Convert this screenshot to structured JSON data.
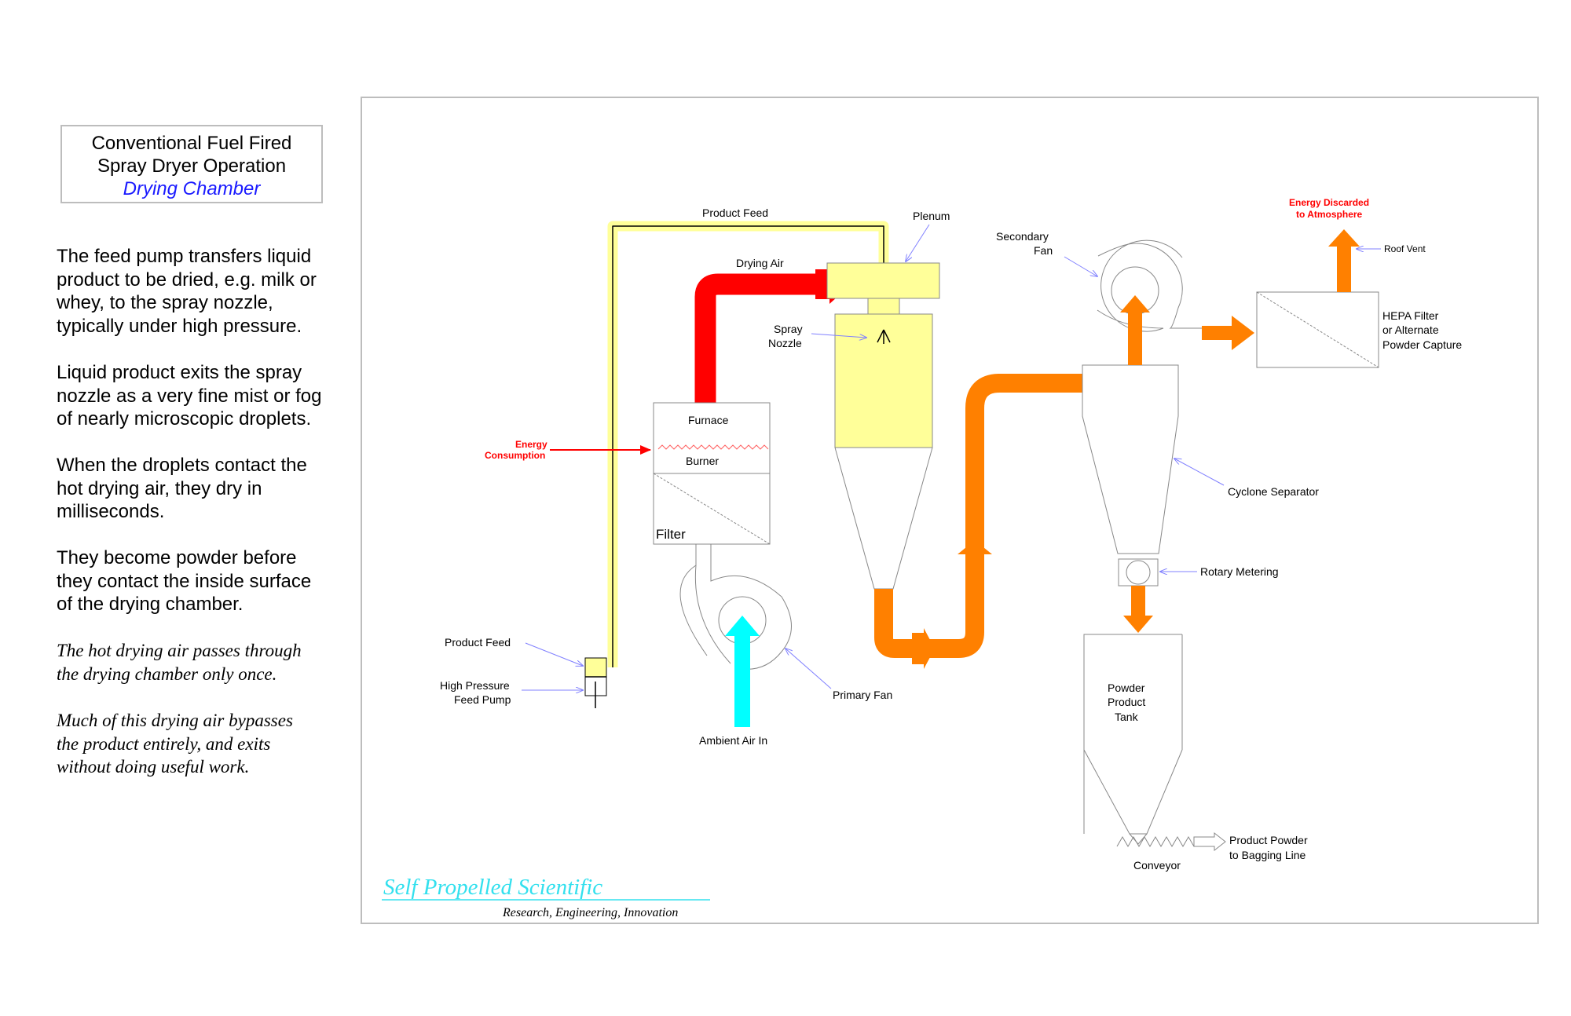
{
  "sidebar": {
    "title_line1": "Conventional Fuel Fired",
    "title_line2": "Spray Dryer Operation",
    "title_sub": "Drying Chamber",
    "paragraphs": [
      {
        "lines": [
          "The feed pump transfers liquid",
          "product to be dried, e.g. milk or",
          "whey, to the spray nozzle,",
          "typically under high pressure."
        ]
      },
      {
        "lines": [
          "Liquid product exits the spray",
          "nozzle as a very fine mist or fog",
          "of nearly microscopic droplets."
        ]
      },
      {
        "lines": [
          "When the droplets contact the",
          "hot drying air, they dry in",
          "milliseconds."
        ]
      },
      {
        "lines": [
          "They become powder before",
          "they contact the inside surface",
          "of the drying chamber."
        ]
      }
    ],
    "italic_paragraphs": [
      {
        "lines": [
          "The hot drying air passes through",
          "the drying chamber only once."
        ]
      },
      {
        "lines": [
          "Much of this drying air bypasses",
          "the product entirely, and exits",
          "without doing useful work."
        ]
      }
    ]
  },
  "diagram": {
    "labels": {
      "product_feed_top": "Product Feed",
      "plenum": "Plenum",
      "drying_air": "Drying Air",
      "spray_nozzle_1": "Spray",
      "spray_nozzle_2": "Nozzle",
      "secondary_fan_1": "Secondary",
      "secondary_fan_2": "Fan",
      "energy_discarded_1": "Energy Discarded",
      "energy_discarded_2": "to Atmosphere",
      "roof_vent": "Roof Vent",
      "hepa_1": "HEPA Filter",
      "hepa_2": "or Alternate",
      "hepa_3": "Powder Capture",
      "furnace": "Furnace",
      "burner": "Burner",
      "filter": "Filter",
      "energy_consumption_1": "Energy",
      "energy_consumption_2": "Consumption",
      "cyclone_separator": "Cyclone Separator",
      "rotary_metering": "Rotary Metering",
      "product_feed_pump": "Product Feed",
      "hp_pump_1": "High Pressure",
      "hp_pump_2": "Feed Pump",
      "primary_fan": "Primary Fan",
      "ambient_air": "Ambient Air In",
      "powder_tank_1": "Powder",
      "powder_tank_2": "Product",
      "powder_tank_3": "Tank",
      "product_powder_1": "Product Powder",
      "product_powder_2": "to Bagging Line",
      "conveyor": "Conveyor"
    },
    "colors": {
      "product_feed": "#ffff99",
      "drying_air": "#ff0000",
      "exhaust": "#ff8000",
      "ambient_air": "#00ffff",
      "chamber": "#ffff99",
      "callout": "#8080ff"
    }
  },
  "footer": {
    "brand": "Self Propelled Scientific",
    "tagline": "Research, Engineering, Innovation"
  }
}
